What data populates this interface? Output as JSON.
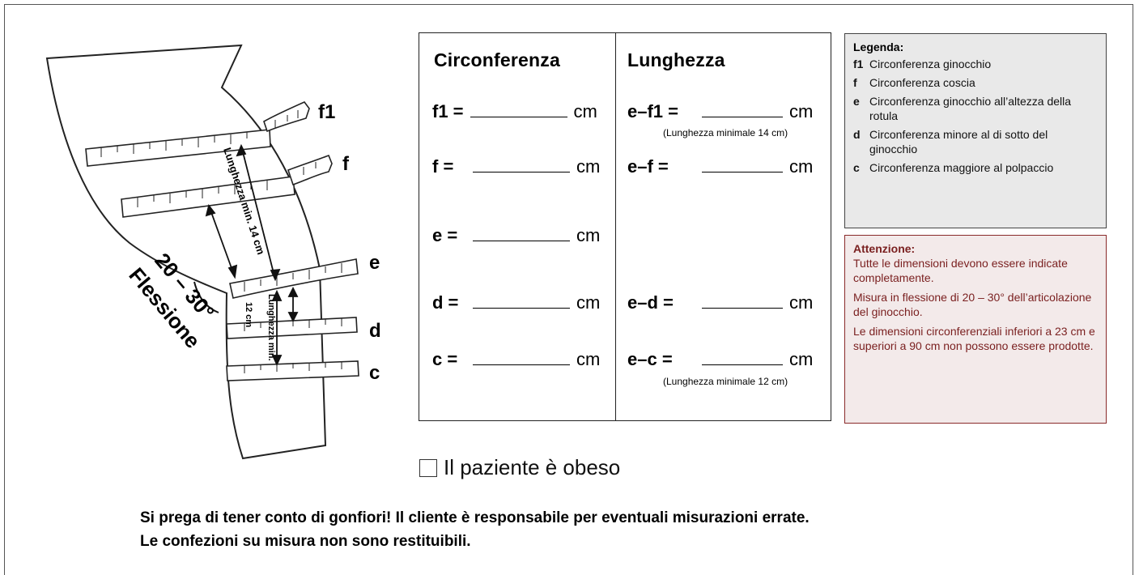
{
  "diagram": {
    "labels": [
      "f1",
      "f",
      "e",
      "d",
      "c"
    ],
    "flexion": [
      "20 – 30°",
      "Flessione"
    ],
    "length_upper": "Lunghezza min. 14 cm",
    "length_lower": [
      "Lunghezza min.",
      "12 cm"
    ]
  },
  "table": {
    "head_circ": "Circonferenza",
    "head_len": "Lunghezza",
    "circ_rows": [
      {
        "label": "f1 =",
        "unit": "cm"
      },
      {
        "label": "f  =",
        "unit": "cm"
      },
      {
        "label": "e  =",
        "unit": "cm"
      },
      {
        "label": "d  =",
        "unit": "cm"
      },
      {
        "label": "c  =",
        "unit": "cm"
      }
    ],
    "len_rows": [
      {
        "label": "e–f1  =",
        "unit": "cm"
      },
      {
        "label": "e–f   =",
        "unit": "cm"
      },
      {
        "label": "e–d   =",
        "unit": "cm"
      },
      {
        "label": "e–c   =",
        "unit": "cm"
      }
    ],
    "note_f1": "(Lunghezza minimale 14 cm)",
    "note_c": "(Lunghezza minimale 12 cm)"
  },
  "legend": {
    "title": "Legenda:",
    "items": [
      {
        "key": "f1",
        "text": "Circonferenza ginocchio"
      },
      {
        "key": "f",
        "text": "Circonferenza coscia"
      },
      {
        "key": "e",
        "text": "Circonferenza ginocchio all’altezza della rotula"
      },
      {
        "key": "d",
        "text": "Circonferenza minore al di sotto del ginocchio"
      },
      {
        "key": "c",
        "text": "Circonferenza maggiore al polpaccio"
      }
    ]
  },
  "warning": {
    "title": "Attenzione:",
    "p1": "Tutte le dimensioni devono essere indicate completamente.",
    "p2": "Misura in flessione di 20 – 30° dell’articolazione del ginocchio.",
    "p3": "Le dimensioni circonferenziali inferiori a 23 cm e superiori a 90 cm non possono essere prodotte."
  },
  "checkbox": {
    "label": "Il paziente è obeso"
  },
  "footer": {
    "line1": "Si prega di tener conto di gonfiori! Il cliente è responsabile per eventuali misurazioni errate.",
    "line2": "Le confezioni su misura non sono restituibili."
  }
}
